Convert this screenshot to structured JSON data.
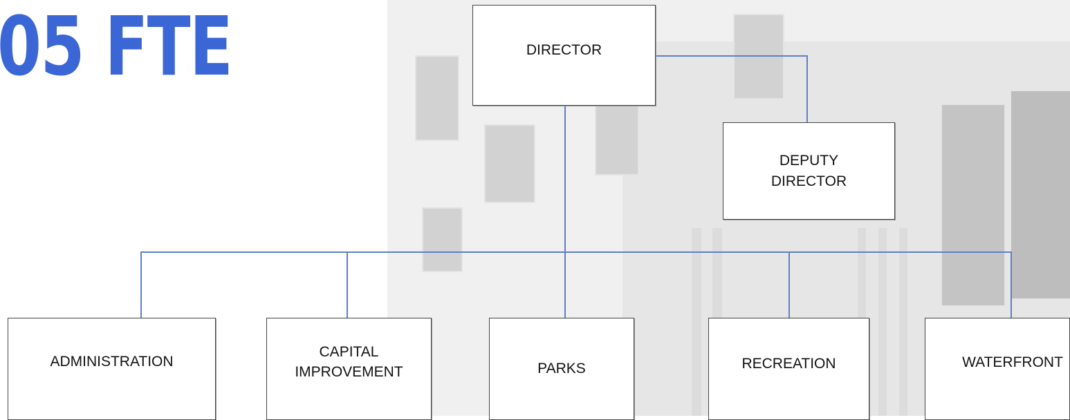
{
  "header": {
    "fte_text": "05 FTE"
  },
  "org_chart": {
    "director": "DIRECTOR",
    "deputy_director": "DEPUTY\nDIRECTOR",
    "divisions": {
      "administration": "ADMINISTRATION",
      "capital_improvement": "CAPITAL\nIMPROVEMENT",
      "parks": "PARKS",
      "recreation": "RECREATION",
      "waterfront": "WATERFRONT"
    }
  },
  "colors": {
    "title": "#3a66d6",
    "connector": "#5b7fc8",
    "box_border": "#444444"
  }
}
